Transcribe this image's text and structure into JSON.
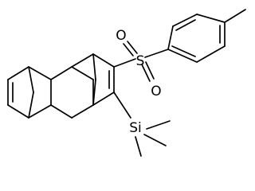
{
  "molecule": {
    "atoms": {
      "sulfur": "S",
      "sulfonyl_oxygen_top": "O",
      "sulfonyl_oxygen_bottom": "O",
      "silicon": "Si"
    },
    "colors": {
      "bond": "#000000",
      "text": "#000000",
      "background": "#ffffff"
    }
  }
}
